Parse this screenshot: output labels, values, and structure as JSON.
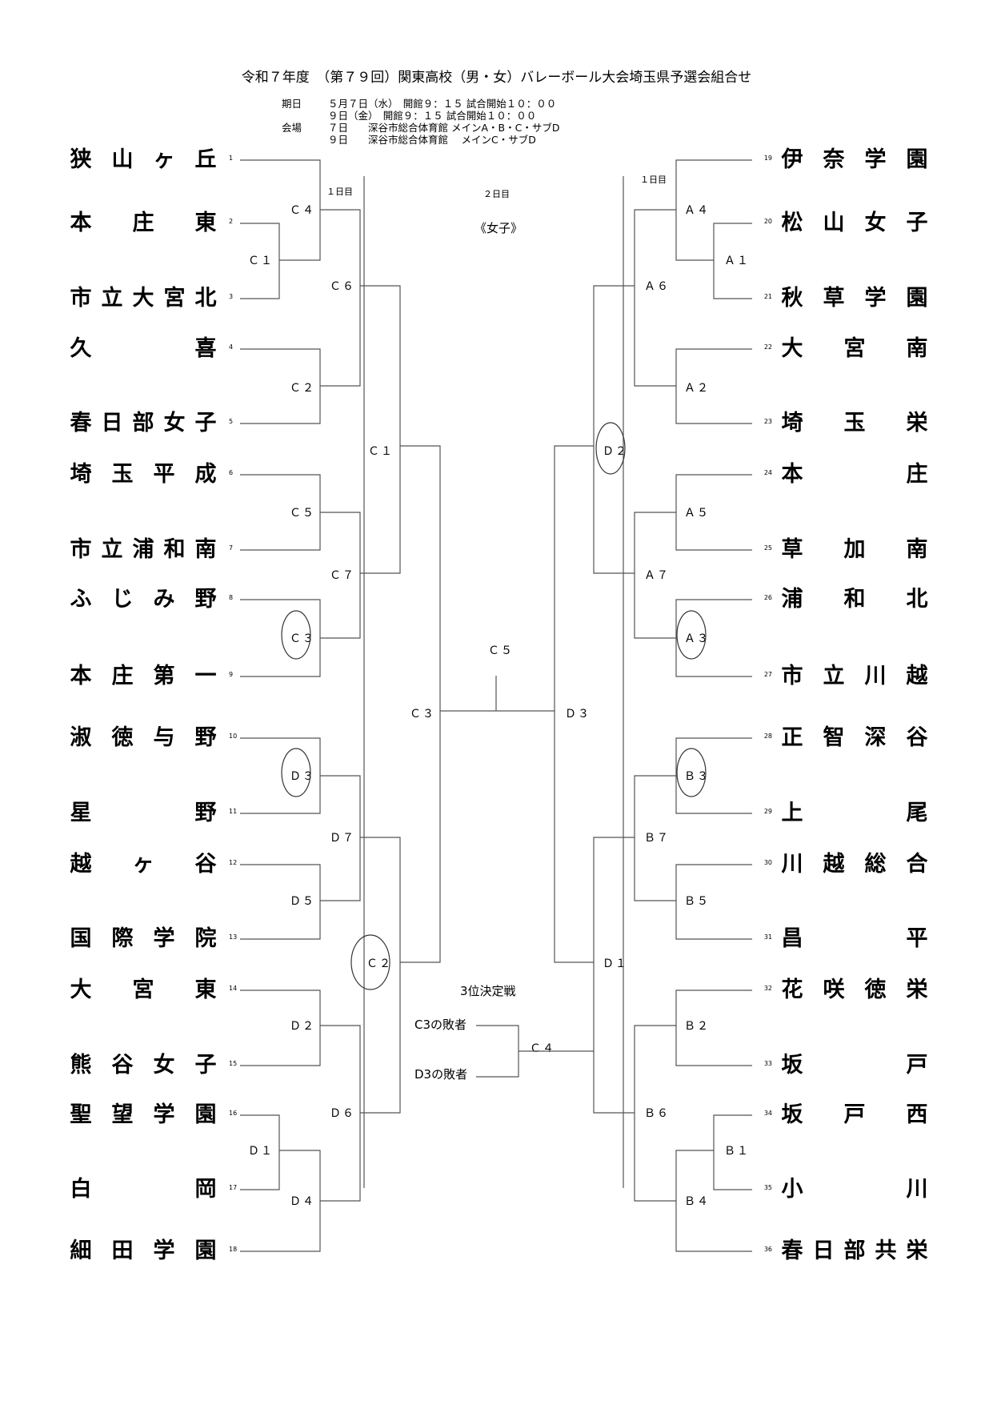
{
  "title": "令和７年度　（第７９回）関東高校（男・女）バレーボール大会埼玉県予選会組合せ",
  "info": [
    {
      "label": "期日",
      "text": "５月７日（水）　開館９：１５ 試合開始１０：００"
    },
    {
      "label": "",
      "text": "９日（金）　開館９：１５ 試合開始１０：００"
    },
    {
      "label": "会場",
      "text": "７日　　深谷市総合体育館 メインA・B・C・サブD"
    },
    {
      "label": "",
      "text": "９日　　深谷市総合体育館　 メインC・サブD"
    }
  ],
  "day1_label": "１日目",
  "day2_label": "２日目",
  "division": "《女子》",
  "left_teams": [
    {
      "seed": "1",
      "name": "狭山ヶ丘"
    },
    {
      "seed": "2",
      "name": "本庄東"
    },
    {
      "seed": "3",
      "name": "市立大宮北"
    },
    {
      "seed": "4",
      "name": "久喜"
    },
    {
      "seed": "5",
      "name": "春日部女子"
    },
    {
      "seed": "6",
      "name": "埼玉平成"
    },
    {
      "seed": "7",
      "name": "市立浦和南"
    },
    {
      "seed": "8",
      "name": "ふじみ野"
    },
    {
      "seed": "9",
      "name": "本庄第一"
    },
    {
      "seed": "10",
      "name": "淑徳与野"
    },
    {
      "seed": "11",
      "name": "星野"
    },
    {
      "seed": "12",
      "name": "越ヶ谷"
    },
    {
      "seed": "13",
      "name": "国際学院"
    },
    {
      "seed": "14",
      "name": "大宮東"
    },
    {
      "seed": "15",
      "name": "熊谷女子"
    },
    {
      "seed": "16",
      "name": "聖望学園"
    },
    {
      "seed": "17",
      "name": "白岡"
    },
    {
      "seed": "18",
      "name": "細田学園"
    }
  ],
  "right_teams": [
    {
      "seed": "19",
      "name": "伊奈学園"
    },
    {
      "seed": "20",
      "name": "松山女子"
    },
    {
      "seed": "21",
      "name": "秋草学園"
    },
    {
      "seed": "22",
      "name": "大宮南"
    },
    {
      "seed": "23",
      "name": "埼玉栄"
    },
    {
      "seed": "24",
      "name": "本庄"
    },
    {
      "seed": "25",
      "name": "草加南"
    },
    {
      "seed": "26",
      "name": "浦和北"
    },
    {
      "seed": "27",
      "name": "市立川越"
    },
    {
      "seed": "28",
      "name": "正智深谷"
    },
    {
      "seed": "29",
      "name": "上尾"
    },
    {
      "seed": "30",
      "name": "川越総合"
    },
    {
      "seed": "31",
      "name": "昌平"
    },
    {
      "seed": "32",
      "name": "花咲徳栄"
    },
    {
      "seed": "33",
      "name": "坂戸"
    },
    {
      "seed": "34",
      "name": "坂戸西"
    },
    {
      "seed": "35",
      "name": "小川"
    },
    {
      "seed": "36",
      "name": "春日部共栄"
    }
  ],
  "matches": {
    "left_c4": "Ｃ４",
    "left_c1a": "Ｃ１",
    "left_c6": "Ｃ６",
    "left_c2a": "Ｃ２",
    "left_c5a": "Ｃ５",
    "left_c7": "Ｃ７",
    "left_c3a": "Ｃ３",
    "left_d3a": "Ｄ３",
    "left_d7": "Ｄ７",
    "left_d5": "Ｄ５",
    "left_d2": "Ｄ２",
    "left_d6": "Ｄ６",
    "left_d1": "Ｄ１",
    "left_d4": "Ｄ４",
    "mid_c1": "Ｃ１",
    "mid_c3": "Ｃ３",
    "mid_c2": "Ｃ２",
    "final_c5": "Ｃ５",
    "mid_d3": "Ｄ３",
    "mid_d2": "Ｄ２",
    "mid_d1": "Ｄ１",
    "right_a4": "Ａ４",
    "right_a1": "Ａ１",
    "right_a6": "Ａ６",
    "right_a2": "Ａ２",
    "right_a5": "Ａ５",
    "right_a7": "Ａ７",
    "right_a3": "Ａ３",
    "right_b3": "Ｂ３",
    "right_b7": "Ｂ７",
    "right_b5": "Ｂ５",
    "right_b2": "Ｂ２",
    "right_b6": "Ｂ６",
    "right_b1": "Ｂ１",
    "right_b4": "Ｂ４"
  },
  "third_place": {
    "title": "3位決定戦",
    "entry1": "C3の敗者",
    "entry2": "D3の敗者",
    "match": "Ｃ４"
  }
}
